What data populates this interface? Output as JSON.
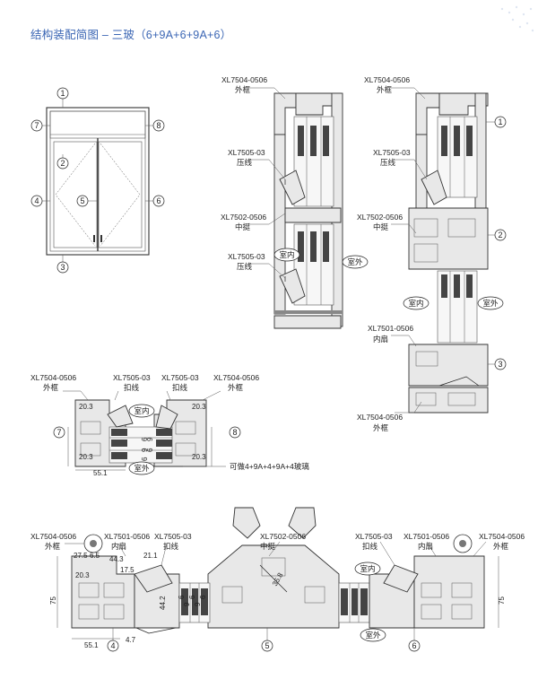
{
  "title": "结构装配简图 – 三玻（6+9A+6+9A+6）",
  "window": {
    "positions": [
      "1",
      "2",
      "3",
      "4",
      "5",
      "6",
      "7",
      "8"
    ]
  },
  "section_top_left": {
    "labels": [
      {
        "code": "XL7504-0506",
        "name": "外框"
      },
      {
        "code": "XL7505-03",
        "name": "压线"
      },
      {
        "code": "XL7502-0506",
        "name": "中挺"
      },
      {
        "code": "XL7505-03",
        "name": "压线"
      }
    ],
    "inside": "室内",
    "outside": "室外"
  },
  "section_top_right": {
    "labels": [
      {
        "code": "XL7504-0506",
        "name": "外框"
      },
      {
        "code": "XL7505-03",
        "name": "压线"
      },
      {
        "code": "XL7502-0506",
        "name": "中挺"
      },
      {
        "code": "XL7501-0506",
        "name": "内扇"
      },
      {
        "code": "XL7504-0506",
        "name": "外框"
      }
    ],
    "markers": [
      "1",
      "2",
      "3"
    ],
    "inside": "室内",
    "outside": "室外"
  },
  "section_mid": {
    "labels": [
      {
        "code": "XL7504-0506",
        "name": "外框"
      },
      {
        "code": "XL7505-03",
        "name": "扣线"
      },
      {
        "code": "XL7505-03",
        "name": "扣线"
      },
      {
        "code": "XL7504-0506",
        "name": "外框"
      }
    ],
    "dims": [
      "20.3",
      "20.3",
      "20.3",
      "20.3",
      "55.1",
      "6",
      "9",
      "6",
      "9",
      "6"
    ],
    "markers": [
      "7",
      "8"
    ],
    "inside": "室内",
    "outside": "室外",
    "note": "可做4+9A+4+9A+4玻璃"
  },
  "section_bottom": {
    "labels": [
      {
        "code": "XL7504-0506",
        "name": "外框"
      },
      {
        "code": "XL7501-0506",
        "name": "内扇"
      },
      {
        "code": "XL7505-03",
        "name": "扣线"
      },
      {
        "code": "XL7502-0506",
        "name": "中挺"
      },
      {
        "code": "XL7505-03",
        "name": "扣线"
      },
      {
        "code": "XL7501-0506",
        "name": "内扇"
      },
      {
        "code": "XL7504-0506",
        "name": "外框"
      }
    ],
    "dims": [
      "27.5",
      "6.5",
      "44.3",
      "21.1",
      "17.5",
      "20.3",
      "75",
      "44.2",
      "6",
      "9",
      "6",
      "9",
      "6",
      "35.8",
      "55.1",
      "4.7",
      "75"
    ],
    "markers": [
      "4",
      "5",
      "6"
    ],
    "inside": "室内",
    "outside": "室外"
  }
}
